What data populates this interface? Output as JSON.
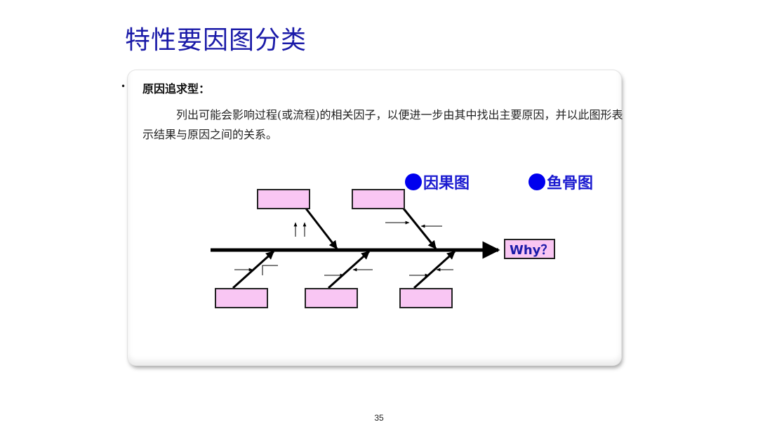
{
  "slide": {
    "title": "特性要因图分类",
    "page_number": "35"
  },
  "content": {
    "bullet_heading": "原因追求型：",
    "paragraph": "列出可能会影响过程(或流程)的相关因子，以便进一步由其中找出主要原因，并以此图形表示结果与原因之间的关系。"
  },
  "diagram": {
    "tags": [
      "因果图",
      "鱼骨图"
    ],
    "effect_label": "Why？",
    "colors": {
      "box_fill": "#f9c6f3",
      "tag_text": "#1a1ad0",
      "dot": "#0000ee",
      "why_text": "#1a1aa8",
      "lines": "#000000"
    }
  }
}
